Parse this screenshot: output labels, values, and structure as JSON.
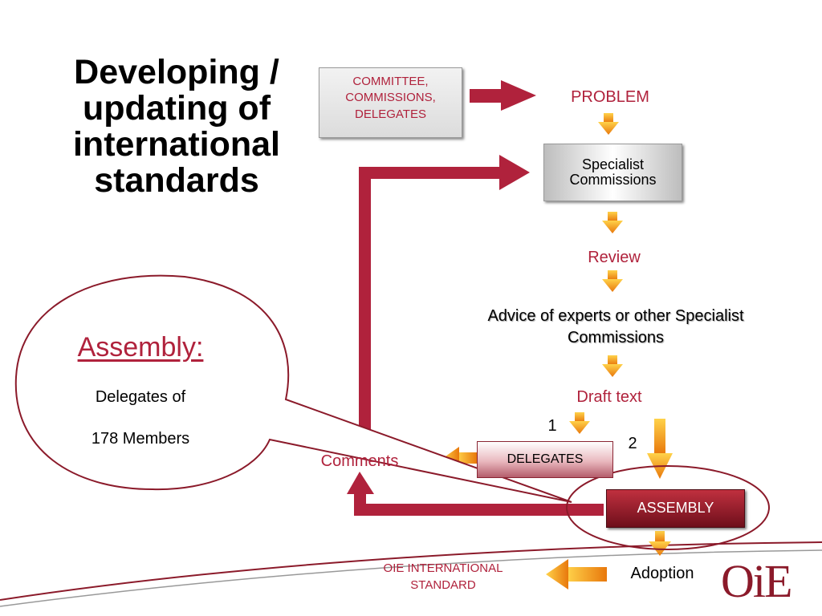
{
  "title": {
    "line1": "Developing /",
    "line2": "updating of",
    "line3": "international",
    "line4": "standards"
  },
  "boxes": {
    "committee": [
      "COMMITTEE,",
      "COMMISSIONS,",
      "DELEGATES"
    ],
    "specialist": [
      "Specialist",
      "Commissions"
    ],
    "delegates": "DELEGATES",
    "assembly": "ASSEMBLY"
  },
  "labels": {
    "problem": "PROBLEM",
    "review": "Review",
    "advice_line1": "Advice of experts or other Specialist",
    "advice_line2": "Commissions",
    "draft": "Draft text",
    "step1": "1",
    "step2": "2",
    "comments": "Comments",
    "adoption": "Adoption",
    "standard_line1": "OIE INTERNATIONAL",
    "standard_line2": "STANDARD"
  },
  "callout": {
    "heading": "Assembly:",
    "line1": "Delegates of",
    "line2": "178 Members"
  },
  "logo": {
    "text": "OiE"
  },
  "colors": {
    "crimson": "#b0223c",
    "arrow_orange": "#f5a623",
    "dark_red": "#7a1020"
  }
}
